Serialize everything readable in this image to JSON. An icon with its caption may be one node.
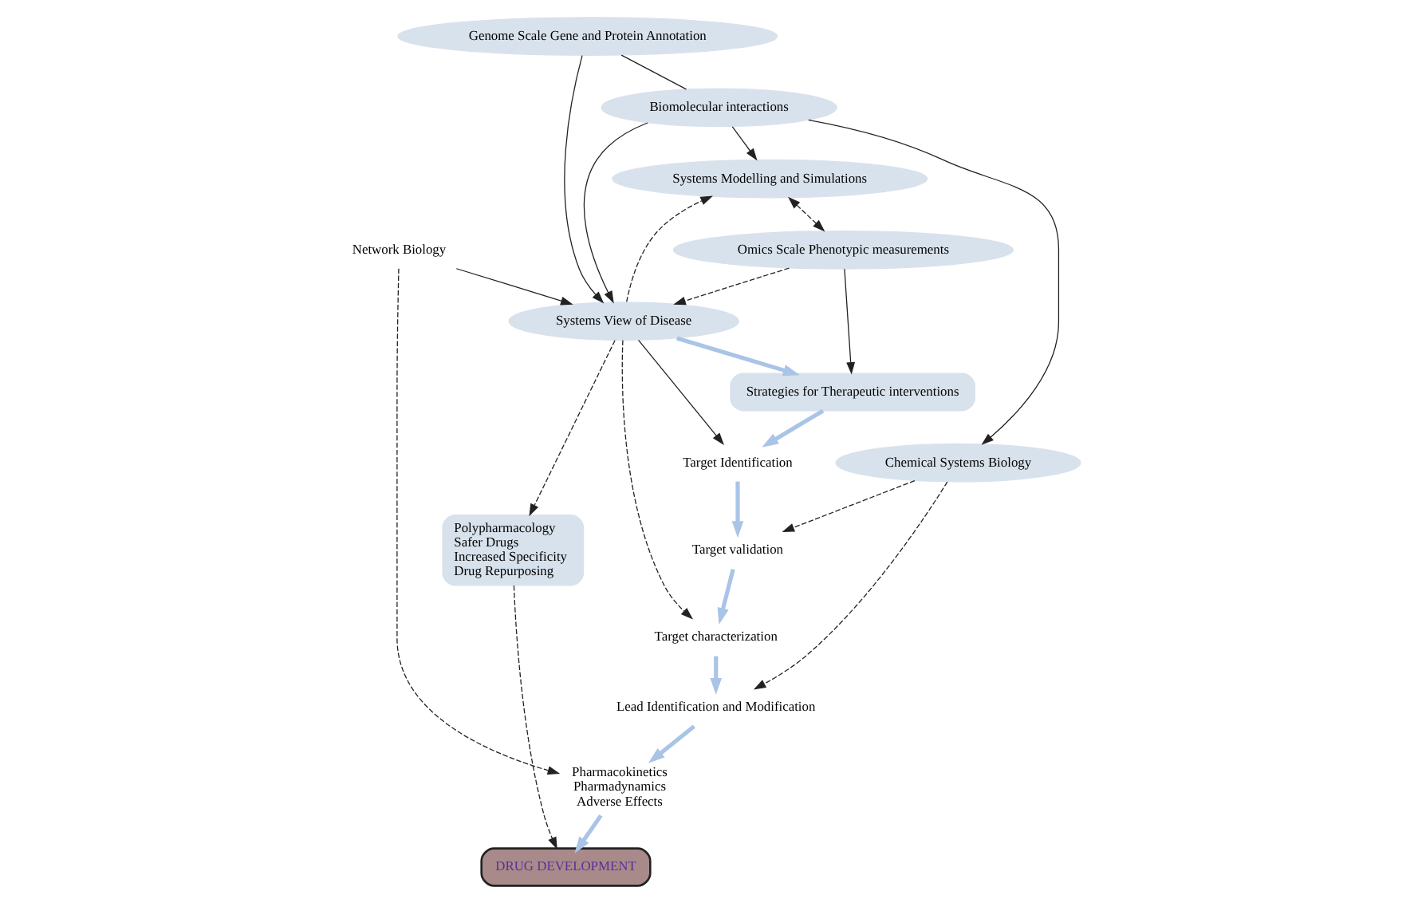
{
  "diagram": {
    "nodes": [
      {
        "text": [
          "Genome Scale Gene and Protein Annotation"
        ]
      },
      {
        "text": [
          "Systems Modelling and Simulations"
        ]
      },
      {
        "text": [
          "Omics Scale Phenotypic measurements"
        ]
      },
      {
        "text": [
          "Biomolecular interactions"
        ]
      },
      {
        "text": [
          "Chemical Systems Biology"
        ]
      },
      {
        "text": [
          "Systems View of Disease"
        ]
      },
      {
        "text": [
          "Strategies for Therapeutic interventions"
        ]
      },
      {
        "text": [
          "Network Biology"
        ]
      },
      {
        "text": [
          "Target Identification"
        ]
      },
      {
        "text": [
          "Target validation"
        ]
      },
      {
        "text": [
          "Target characterization"
        ]
      },
      {
        "text": [
          "Lead Identification and Modification"
        ]
      },
      {
        "text": [
          "Polypharmacology",
          "Safer Drugs",
          "Increased Specificity",
          "Drug Repurposing"
        ]
      },
      {
        "text": [
          "Pharmacokinetics",
          "Pharmadynamics",
          "Adverse Effects"
        ]
      },
      {
        "text": [
          "DRUG DEVELOPMENT"
        ]
      }
    ],
    "edges": [
      {
        "from": 0,
        "to": 3,
        "arrow": "none"
      },
      {
        "from": 0,
        "to": 5,
        "arrow": "to"
      },
      {
        "from": 3,
        "to": 4,
        "arrow": "to"
      },
      {
        "from": 3,
        "to": 1,
        "arrow": "to"
      },
      {
        "from": 3,
        "to": 5,
        "arrow": "to"
      },
      {
        "from": 5,
        "to": 1,
        "arrow": "to",
        "style": "dashed"
      },
      {
        "from": 1,
        "to": 2,
        "arrow": "both",
        "style": "dashed"
      },
      {
        "from": 2,
        "to": 5,
        "arrow": "to",
        "style": "dashed"
      },
      {
        "from": 2,
        "to": 6,
        "arrow": "to"
      },
      {
        "from": 5,
        "to": 6,
        "arrow": "to",
        "style": "thick",
        "color": "#a9c4e6"
      },
      {
        "from": 7,
        "to": 5,
        "arrow": "to"
      },
      {
        "from": 5,
        "to": 8,
        "arrow": "to"
      },
      {
        "from": 6,
        "to": 8,
        "arrow": "to",
        "style": "thick",
        "color": "#a9c4e6"
      },
      {
        "from": 8,
        "to": 9,
        "arrow": "to",
        "style": "thick",
        "color": "#a9c4e6"
      },
      {
        "from": 9,
        "to": 10,
        "arrow": "to",
        "style": "thick",
        "color": "#a9c4e6"
      },
      {
        "from": 10,
        "to": 11,
        "arrow": "to",
        "style": "thick",
        "color": "#a9c4e6"
      },
      {
        "from": 11,
        "to": 13,
        "arrow": "to",
        "style": "thick",
        "color": "#a9c4e6"
      },
      {
        "from": 13,
        "to": 14,
        "arrow": "to",
        "style": "thick",
        "color": "#a9c4e6"
      },
      {
        "from": 4,
        "to": 9,
        "arrow": "to",
        "style": "dashed"
      },
      {
        "from": 5,
        "to": 10,
        "arrow": "to",
        "style": "dashed"
      },
      {
        "from": 4,
        "to": 11,
        "arrow": "to",
        "style": "dashed"
      },
      {
        "from": 7,
        "to": 13,
        "arrow": "to",
        "style": "dashed"
      },
      {
        "from": 5,
        "to": 12,
        "arrow": "to",
        "style": "dashed"
      },
      {
        "from": 12,
        "to": 14,
        "arrow": "to",
        "style": "dashed"
      }
    ]
  }
}
